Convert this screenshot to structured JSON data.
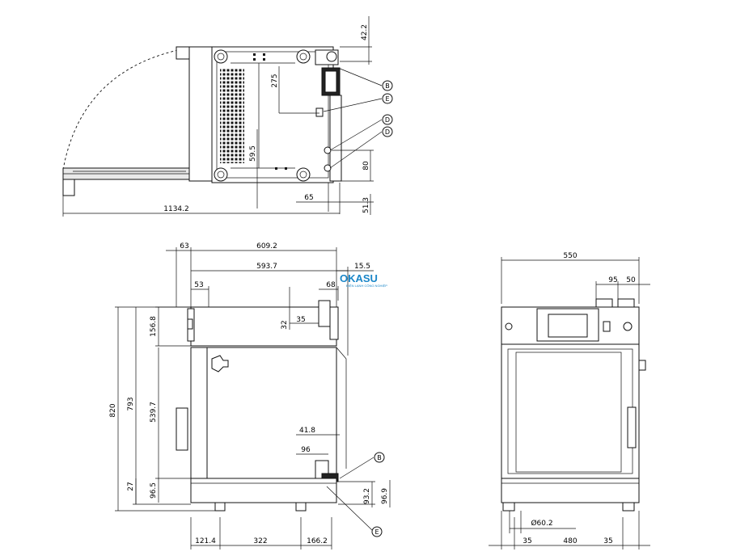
{
  "top_view": {
    "dims": {
      "d42_2": "42.2",
      "d275": "275",
      "d59_5": "59.5",
      "d80": "80",
      "d65": "65",
      "d51_3": "51.3",
      "d1134_2": "1134.2"
    },
    "callouts": [
      "B",
      "E",
      "D",
      "D"
    ]
  },
  "side_view": {
    "dims": {
      "d63": "63",
      "d609_2": "609.2",
      "d593_7": "593.7",
      "d15_5": "15.5",
      "d53": "53",
      "d68": "68",
      "d32": "32",
      "d35": "35",
      "d156_8": "156.8",
      "d820": "820",
      "d793": "793",
      "d539_7": "539.7",
      "d41_8": "41.8",
      "d96": "96",
      "d27": "27",
      "d96_5": "96.5",
      "d93_2": "93.2",
      "d96_9": "96.9",
      "d121_4": "121.4",
      "d322": "322",
      "d166_2": "166.2"
    },
    "callouts": [
      "B",
      "E"
    ]
  },
  "front_view": {
    "dims": {
      "d550": "550",
      "d95": "95",
      "d50": "50",
      "d60_2": "Ø60.2",
      "d35a": "35",
      "d480": "480",
      "d35b": "35"
    }
  },
  "watermark": {
    "logo": "OKASU",
    "tagline": "ĐIỆN LẠNH CÔNG NGHIỆP"
  }
}
